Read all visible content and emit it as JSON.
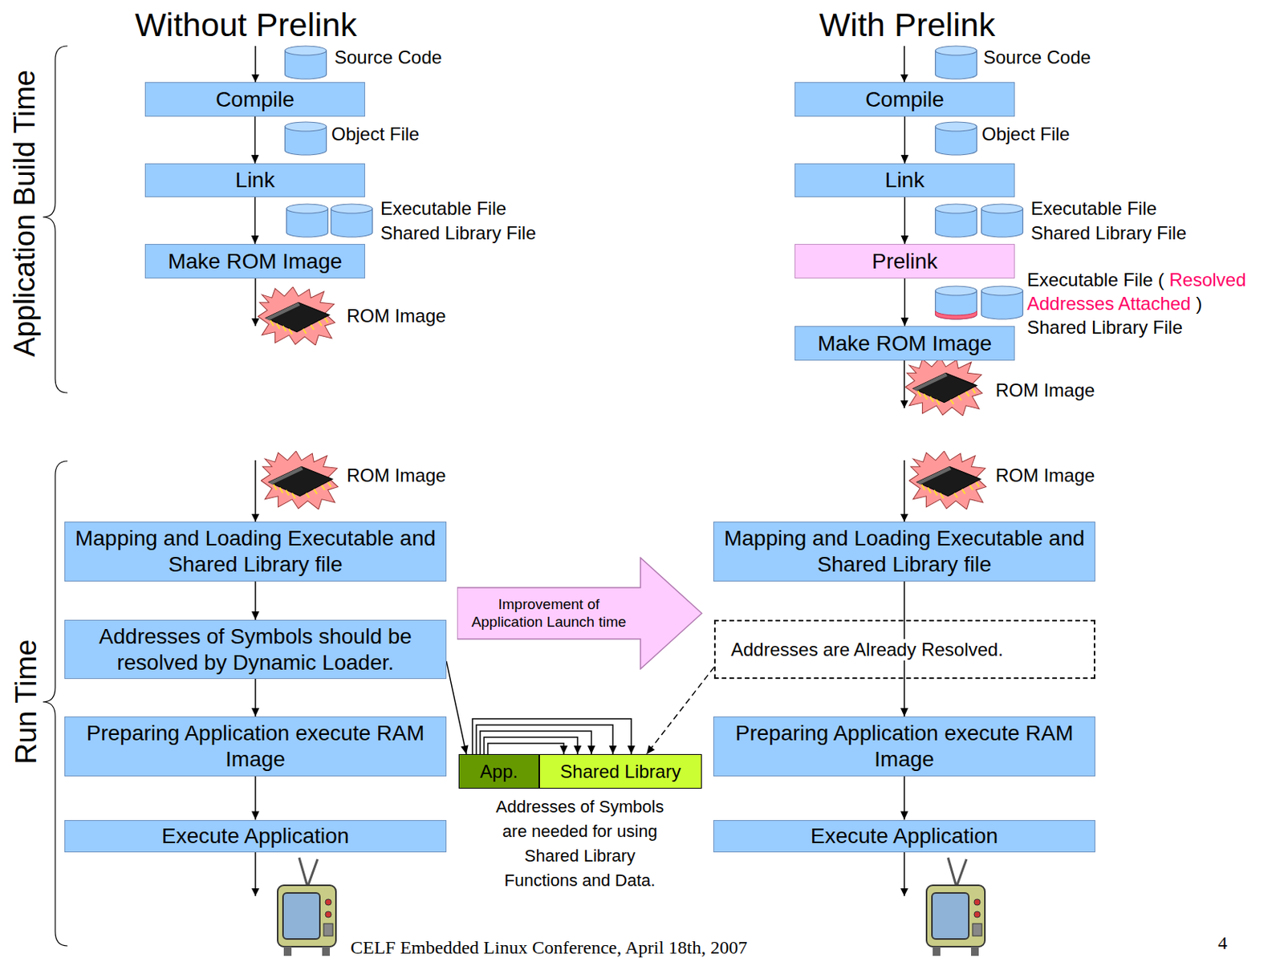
{
  "diagram": {
    "nodes": [
      {
        "text": [
          "Compile"
        ]
      },
      {
        "text": [
          "Link"
        ]
      },
      {
        "text": [
          "Make ROM Image"
        ]
      },
      {
        "text": [
          "Compile"
        ]
      },
      {
        "text": [
          "Link"
        ]
      },
      {
        "text": [
          "Prelink"
        ]
      },
      {
        "text": [
          "Make ROM Image"
        ]
      },
      {
        "text": [
          "Mapping and Loading Executable and Shared Library file"
        ]
      },
      {
        "text": [
          "Addresses of Symbols should be resolved by Dynamic Loader."
        ]
      },
      {
        "text": [
          "Improvement of Application Launch time"
        ]
      },
      {
        "text": [
          "Mapping and Loading Executable and Shared Library file"
        ]
      },
      {
        "text": [
          "Addresses are Already Resolved."
        ]
      },
      {
        "text": [
          "Preparing Application execute RAM Image"
        ]
      },
      {
        "text": [
          "App."
        ]
      },
      {
        "text": [
          "Shared Library"
        ]
      },
      {
        "text": [
          "Preparing Application execute RAM Image"
        ]
      },
      {
        "text": [
          "Execute Application"
        ]
      },
      {
        "text": [
          "Execute Application"
        ]
      }
    ],
    "edges": [
      {
        "from": 0,
        "to": 1,
        "arrow": "to"
      },
      {
        "from": 1,
        "to": 2,
        "arrow": "to"
      },
      {
        "from": 3,
        "to": 4,
        "arrow": "to"
      },
      {
        "from": 4,
        "to": 5,
        "arrow": "to"
      },
      {
        "from": 5,
        "to": 6,
        "arrow": "to"
      },
      {
        "from": 7,
        "to": 8,
        "arrow": "to"
      },
      {
        "from": 8,
        "to": 12,
        "arrow": "to"
      },
      {
        "from": 12,
        "to": 16,
        "arrow": "to"
      },
      {
        "from": 10,
        "to": 15,
        "arrow": "to"
      },
      {
        "from": 15,
        "to": 17,
        "arrow": "to"
      },
      {
        "from": 8,
        "to": 13,
        "arrow": "to"
      },
      {
        "from": 11,
        "to": 14,
        "arrow": "to"
      },
      {
        "from": 13,
        "to": 14,
        "arrow": "to"
      },
      {
        "from": 13,
        "to": 14,
        "arrow": "to"
      },
      {
        "from": 13,
        "to": 14,
        "arrow": "to"
      },
      {
        "from": 13,
        "to": 14,
        "arrow": "to"
      },
      {
        "from": 13,
        "to": 14,
        "arrow": "to"
      }
    ],
    "labels": [
      "Application Build Time",
      "Run Time",
      "Without Prelink",
      "With Prelink",
      "Source Code",
      "Object File",
      "Executable File",
      "Shared Library File",
      "ROM Image",
      "Source Code",
      "Object File",
      "Executable File",
      "Shared Library File",
      "Executable File (",
      "Resolved Addresses Attached",
      ")",
      "Shared Library File",
      "ROM Image",
      "ROM Image",
      "ROM Image",
      "Addresses of Symbols are needed for using Shared Library Functions and Data.",
      "CELF Embedded Linux Conference, April 18th, 2007",
      "4"
    ]
  }
}
